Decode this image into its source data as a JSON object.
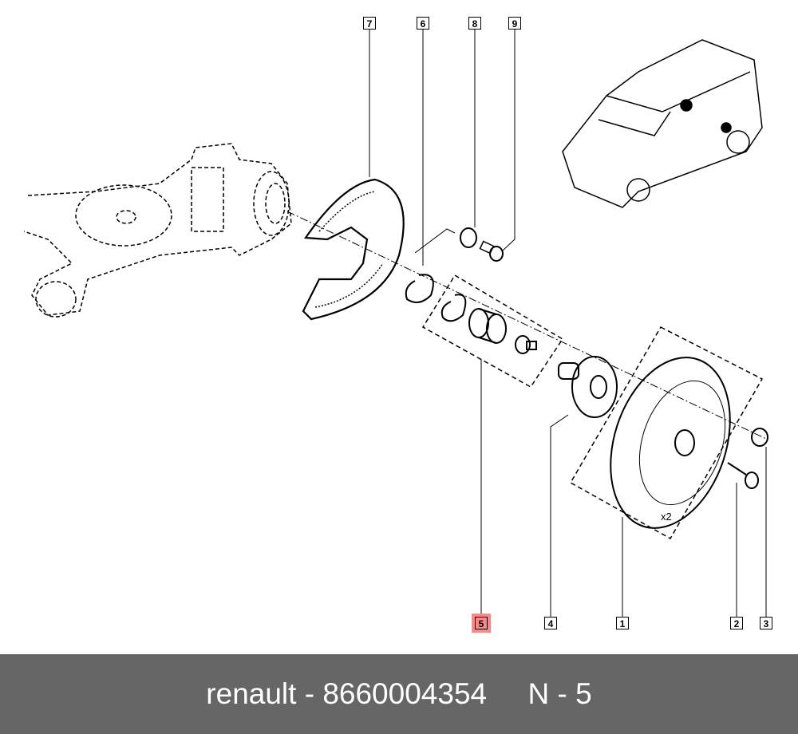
{
  "callouts": [
    {
      "id": "7",
      "label": "7"
    },
    {
      "id": "6",
      "label": "6"
    },
    {
      "id": "8",
      "label": "8"
    },
    {
      "id": "9",
      "label": "9"
    },
    {
      "id": "5",
      "label": "5",
      "highlighted": true
    },
    {
      "id": "4",
      "label": "4"
    },
    {
      "id": "1",
      "label": "1"
    },
    {
      "id": "2",
      "label": "2"
    },
    {
      "id": "3",
      "label": "3"
    }
  ],
  "quantity_note": "x2",
  "highlight_color": "#ff8888",
  "footer": {
    "brand": "renault",
    "part_number": "8660004354",
    "position": "N - 5",
    "separator": " - ",
    "gap": "     "
  }
}
